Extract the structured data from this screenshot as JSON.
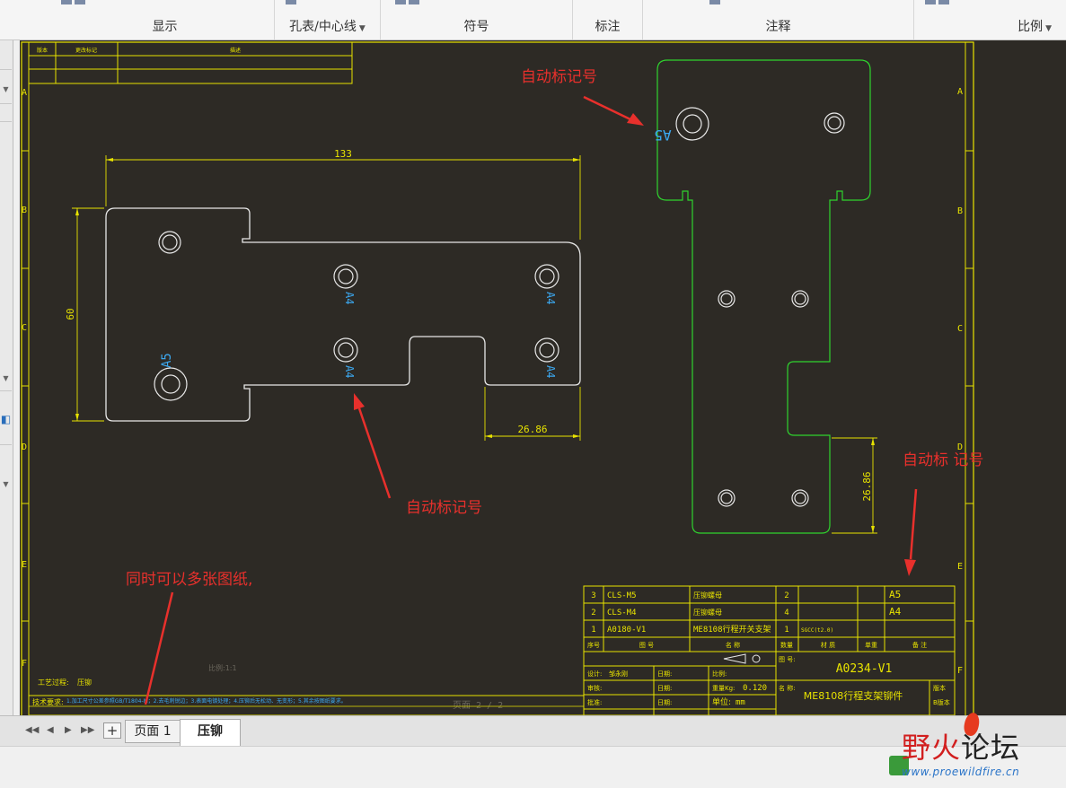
{
  "ribbon": {
    "groups": [
      {
        "label": "显示",
        "dropdown": false
      },
      {
        "label": "孔表/中心线",
        "dropdown": true
      },
      {
        "label": "符号",
        "dropdown": false
      },
      {
        "label": "标注",
        "dropdown": false
      },
      {
        "label": "注释",
        "dropdown": false
      },
      {
        "label": "比例",
        "dropdown": true
      }
    ]
  },
  "drawing": {
    "zones": [
      "A",
      "B",
      "C",
      "D",
      "E",
      "F"
    ],
    "revision_table": {
      "headers": [
        "版本",
        "更改标记",
        "描述"
      ]
    },
    "left_part": {
      "dim_width": "133",
      "dim_height": "60",
      "dim_slot": "26.86",
      "labels": {
        "a5": "A5",
        "a4": "A4"
      }
    },
    "right_part": {
      "label_a5": "A5",
      "dim_vertical": "26.86"
    },
    "title_block": {
      "bom_rows": [
        {
          "no": "3",
          "code": "CLS-M5",
          "name": "压铆螺母",
          "qty": "2",
          "material": "",
          "weight": "",
          "remark": "A5"
        },
        {
          "no": "2",
          "code": "CLS-M4",
          "name": "压铆螺母",
          "qty": "4",
          "material": "",
          "weight": "",
          "remark": "A4"
        },
        {
          "no": "1",
          "code": "A0180-V1",
          "name": "ME8108行程开关支架",
          "qty": "1",
          "material": "SGCC(t2.0)",
          "weight": "",
          "remark": ""
        }
      ],
      "bom_headers": [
        "序号",
        "图 号",
        "名 称",
        "数量",
        "材 质",
        "单重",
        "备 注"
      ],
      "drawing_no_label": "图 号:",
      "drawing_no": "A0234-V1",
      "name_label": "名 称:",
      "name": "ME8108行程支架铆件",
      "version_label": "版本",
      "version": "B版本",
      "design_label": "设计:",
      "designer": "邹永刚",
      "check_label": "审核:",
      "approve_label": "批准:",
      "date_label": "日期:",
      "date_value": "日期:",
      "weight_label": "重量Kg:",
      "weight_value": "0.120",
      "unit_label": "单位:",
      "unit_value": "mm",
      "scale_label": "比例:",
      "scale_value": "1:1",
      "page_text": "页面 2 / 2",
      "process_label": "工艺过程:",
      "process_value": "压铆",
      "tech_label": "技术要求:",
      "tech_text": "1.加工尺寸公差参照GB/T1804-M；2.去毛刺锐边；3.表面电镀处理；4.压铆后无松动、无变形；5.其余按图纸要求。"
    }
  },
  "annotations": {
    "auto_mark_top": "自动标记号",
    "auto_mark_mid": "自动标记号",
    "auto_mark_right": "自动标 记号",
    "multi_sheet": "同时可以多张图纸,"
  },
  "tabs": {
    "page1": "页面 1",
    "active": "压铆"
  },
  "watermark": {
    "title_red": "野火",
    "title_dark": "论坛",
    "url": "www.proewildfire.cn"
  },
  "colors": {
    "canvas": "#2d2a25",
    "frame": "#e8e300",
    "part_white": "#e8e8e8",
    "part_green": "#2fd32f",
    "label_blue": "#3ca8f0",
    "annotation": "#e8302c"
  }
}
